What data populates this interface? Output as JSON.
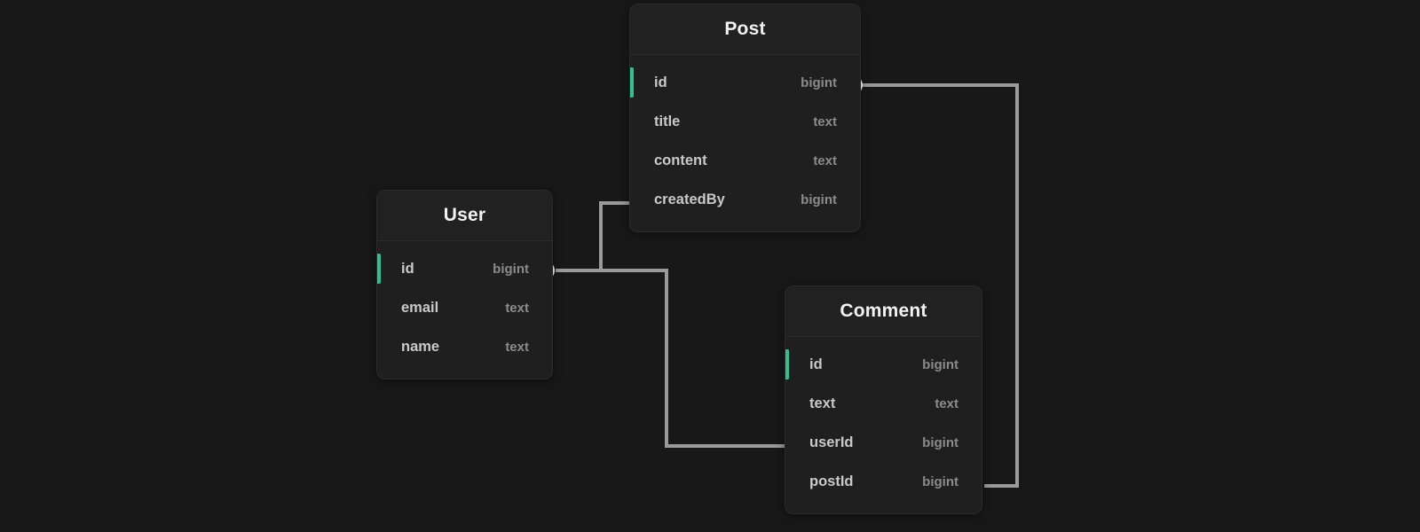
{
  "diagram": {
    "type": "entity-relationship-diagram",
    "background_color": "#181818",
    "card_color": "#1f1f1f",
    "primary_key_accent_color": "#2ec28e",
    "edge_color": "#9a9a9a",
    "entities": [
      {
        "id": "post",
        "name": "Post",
        "fields": [
          {
            "name": "id",
            "type": "bigint",
            "primary_key": true
          },
          {
            "name": "title",
            "type": "text",
            "primary_key": false
          },
          {
            "name": "content",
            "type": "text",
            "primary_key": false
          },
          {
            "name": "createdBy",
            "type": "bigint",
            "primary_key": false
          }
        ]
      },
      {
        "id": "user",
        "name": "User",
        "fields": [
          {
            "name": "id",
            "type": "bigint",
            "primary_key": true
          },
          {
            "name": "email",
            "type": "text",
            "primary_key": false
          },
          {
            "name": "name",
            "type": "text",
            "primary_key": false
          }
        ]
      },
      {
        "id": "comment",
        "name": "Comment",
        "fields": [
          {
            "name": "id",
            "type": "bigint",
            "primary_key": true
          },
          {
            "name": "text",
            "type": "text",
            "primary_key": false
          },
          {
            "name": "userId",
            "type": "bigint",
            "primary_key": false
          },
          {
            "name": "postId",
            "type": "bigint",
            "primary_key": false
          }
        ]
      }
    ],
    "relationships": [
      {
        "id": "user-id-to-post-createdby",
        "from_entity": "User",
        "from_field": "id",
        "to_entity": "Post",
        "to_field": "createdBy"
      },
      {
        "id": "user-id-to-comment-userid",
        "from_entity": "User",
        "from_field": "id",
        "to_entity": "Comment",
        "to_field": "userId"
      },
      {
        "id": "post-id-to-comment-postid",
        "from_entity": "Post",
        "from_field": "id",
        "to_entity": "Comment",
        "to_field": "postId"
      }
    ]
  }
}
